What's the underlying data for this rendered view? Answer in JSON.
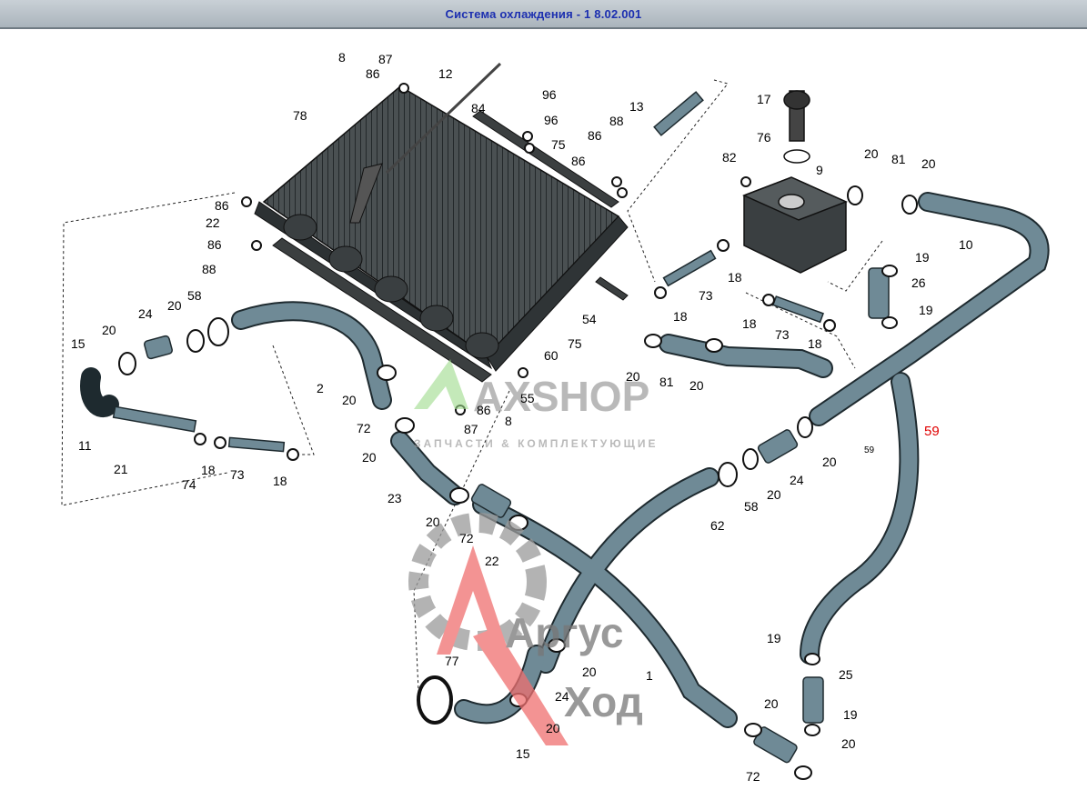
{
  "window": {
    "title": "Система охлаждения - 1 8.02.001"
  },
  "colors": {
    "hose": "#6f8a96",
    "hose_stroke": "#1e2a2f",
    "radiator": "#3d4244",
    "label": "#000000",
    "highlight": "#e00000",
    "watermark_green": "#5ec24a",
    "watermark_red": "#e55050",
    "watermark_gray": "#8a8a8a"
  },
  "watermarks": [
    {
      "text": "AXSHOP",
      "subtitle": "ЗАПЧАСТИ & КОМПЛЕКТУЮЩИЕ"
    },
    {
      "text": "Аргус",
      "subtitle": "Ход"
    }
  ],
  "callouts": [
    {
      "id": "8a",
      "text": "8"
    },
    {
      "id": "87a",
      "text": "87"
    },
    {
      "id": "86a",
      "text": "86"
    },
    {
      "id": "12",
      "text": "12"
    },
    {
      "id": "78",
      "text": "78"
    },
    {
      "id": "84",
      "text": "84"
    },
    {
      "id": "96a",
      "text": "96"
    },
    {
      "id": "96b",
      "text": "96"
    },
    {
      "id": "75a",
      "text": "75"
    },
    {
      "id": "13",
      "text": "13"
    },
    {
      "id": "88a",
      "text": "88"
    },
    {
      "id": "86b",
      "text": "86"
    },
    {
      "id": "86c",
      "text": "86"
    },
    {
      "id": "17",
      "text": "17"
    },
    {
      "id": "76",
      "text": "76"
    },
    {
      "id": "82",
      "text": "82"
    },
    {
      "id": "9",
      "text": "9"
    },
    {
      "id": "20a",
      "text": "20"
    },
    {
      "id": "81a",
      "text": "81"
    },
    {
      "id": "20b",
      "text": "20"
    },
    {
      "id": "10",
      "text": "10"
    },
    {
      "id": "86d",
      "text": "86"
    },
    {
      "id": "22a",
      "text": "22"
    },
    {
      "id": "86e",
      "text": "86"
    },
    {
      "id": "88b",
      "text": "88"
    },
    {
      "id": "18a",
      "text": "18"
    },
    {
      "id": "73a",
      "text": "73"
    },
    {
      "id": "19a",
      "text": "19"
    },
    {
      "id": "26",
      "text": "26"
    },
    {
      "id": "19b",
      "text": "19"
    },
    {
      "id": "54",
      "text": "54"
    },
    {
      "id": "18b",
      "text": "18"
    },
    {
      "id": "18c",
      "text": "18"
    },
    {
      "id": "73b",
      "text": "73"
    },
    {
      "id": "18d",
      "text": "18"
    },
    {
      "id": "24a",
      "text": "24"
    },
    {
      "id": "20c",
      "text": "20"
    },
    {
      "id": "58a",
      "text": "58"
    },
    {
      "id": "20d",
      "text": "20"
    },
    {
      "id": "15a",
      "text": "15"
    },
    {
      "id": "75b",
      "text": "75"
    },
    {
      "id": "60",
      "text": "60"
    },
    {
      "id": "2",
      "text": "2"
    },
    {
      "id": "55",
      "text": "55"
    },
    {
      "id": "86f",
      "text": "86"
    },
    {
      "id": "8b",
      "text": "8"
    },
    {
      "id": "87b",
      "text": "87"
    },
    {
      "id": "20e",
      "text": "20"
    },
    {
      "id": "81b",
      "text": "81"
    },
    {
      "id": "20f",
      "text": "20"
    },
    {
      "id": "20g",
      "text": "20"
    },
    {
      "id": "72a",
      "text": "72"
    },
    {
      "id": "59",
      "text": "59"
    },
    {
      "id": "59small",
      "text": "59"
    },
    {
      "id": "20h",
      "text": "20"
    },
    {
      "id": "11",
      "text": "11"
    },
    {
      "id": "21",
      "text": "21"
    },
    {
      "id": "74",
      "text": "74"
    },
    {
      "id": "18e",
      "text": "18"
    },
    {
      "id": "73c",
      "text": "73"
    },
    {
      "id": "18f",
      "text": "18"
    },
    {
      "id": "20i",
      "text": "20"
    },
    {
      "id": "24b",
      "text": "24"
    },
    {
      "id": "20j",
      "text": "20"
    },
    {
      "id": "58b",
      "text": "58"
    },
    {
      "id": "23",
      "text": "23"
    },
    {
      "id": "62",
      "text": "62"
    },
    {
      "id": "20k",
      "text": "20"
    },
    {
      "id": "72b",
      "text": "72"
    },
    {
      "id": "22b",
      "text": "22"
    },
    {
      "id": "1",
      "text": "1"
    },
    {
      "id": "77",
      "text": "77"
    },
    {
      "id": "20l",
      "text": "20"
    },
    {
      "id": "24c",
      "text": "24"
    },
    {
      "id": "20m",
      "text": "20"
    },
    {
      "id": "15b",
      "text": "15"
    },
    {
      "id": "19c",
      "text": "19"
    },
    {
      "id": "25",
      "text": "25"
    },
    {
      "id": "19d",
      "text": "19"
    },
    {
      "id": "20n",
      "text": "20"
    },
    {
      "id": "20o",
      "text": "20"
    },
    {
      "id": "72c",
      "text": "72"
    }
  ]
}
